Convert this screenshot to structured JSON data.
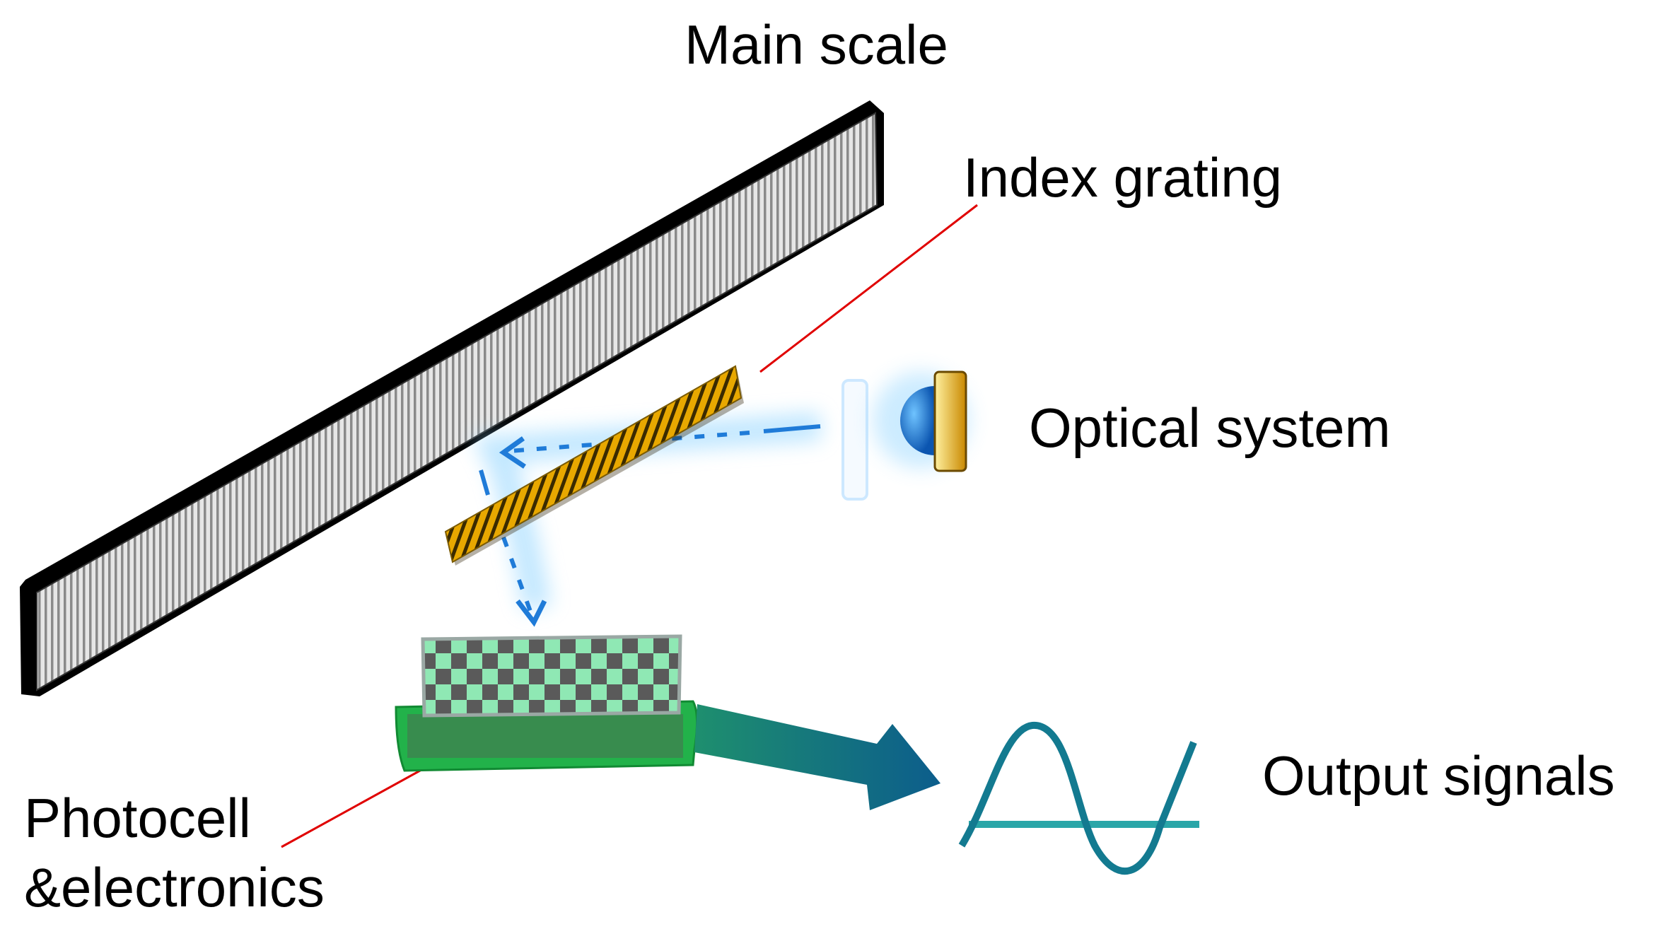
{
  "labels": {
    "main_scale": "Main scale",
    "index_grating": "Index grating",
    "optical_system": "Optical system",
    "output_signals": "Output signals",
    "photocell_line1": "Photocell",
    "photocell_line2": "&electronics"
  },
  "colors": {
    "scale_face": "#d9d9d9",
    "scale_edge": "#000000",
    "grating": "#e8a800",
    "light_beam": "#1f7bd8",
    "leader_line": "#e00000",
    "photocell_base": "#22b24a",
    "signal": "#1b8a9a",
    "arrow": "#0f5d8a"
  }
}
